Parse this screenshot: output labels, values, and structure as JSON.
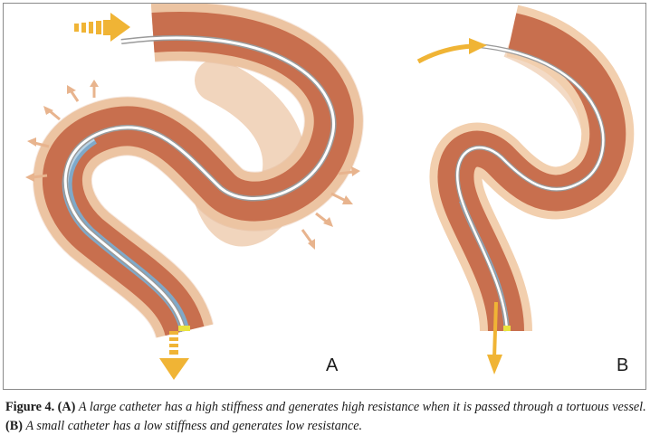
{
  "panels": [
    {
      "label": "A"
    },
    {
      "label": "B"
    }
  ],
  "caption": {
    "figure_label": "Figure 4.",
    "part_a_label": "(A)",
    "part_a_text": "A large catheter has a high stiffness and generates high resistance when it is passed through a tortuous vessel.",
    "part_b_label": "(B)",
    "part_b_text": "A small catheter has a low stiffness and generates low resistance."
  },
  "colors": {
    "vessel_wall": "#f2cfae",
    "vessel_lumen": "#c86f4e",
    "vessel_shadow": "#e6b58f",
    "wire": "#ffffff",
    "wire_edge": "#9a9a9a",
    "catheter": "#7fa9c9",
    "arrow": "#f0b435",
    "force_arrow": "#e8b48e"
  }
}
